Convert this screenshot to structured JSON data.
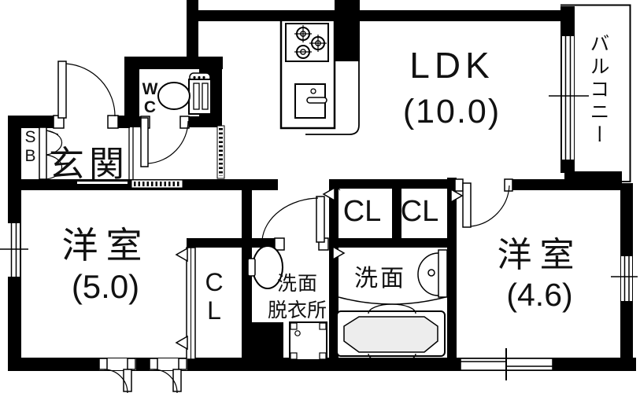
{
  "plan": {
    "type": "apartment-floor-plan",
    "rooms": {
      "ldk": {
        "label": "LDK",
        "size": "(10.0)"
      },
      "balcony": {
        "label": "バルコニー"
      },
      "wc": {
        "label": "WC"
      },
      "entrance": {
        "label": "玄関"
      },
      "shoe_box": {
        "label": "SB"
      },
      "western_room_1": {
        "label": "洋室",
        "size": "(5.0)"
      },
      "western_room_1_closet": {
        "label": "CL"
      },
      "washroom": {
        "label_line1": "洗面",
        "label_line2": "脱衣所"
      },
      "closet_left": {
        "label": "CL"
      },
      "closet_right": {
        "label": "CL"
      },
      "bath": {
        "label": "洗面"
      },
      "western_room_2": {
        "label": "洋室",
        "size": "(4.6)"
      }
    },
    "colors": {
      "wall": "#000000",
      "floor": "#ffffff",
      "tub_fill": "#ededed",
      "line": "#000000"
    }
  }
}
